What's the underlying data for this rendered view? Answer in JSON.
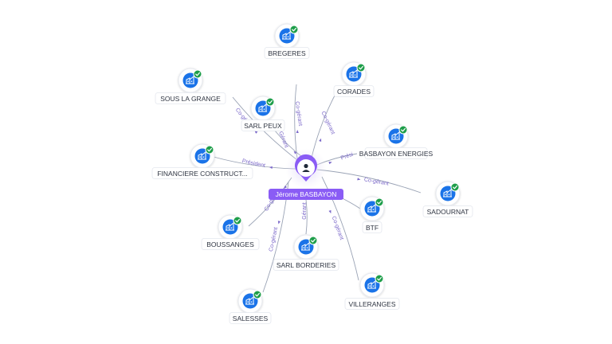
{
  "center": {
    "name": "Jérome BASBAYON",
    "icon": "person-icon",
    "color": "#8a5cf5"
  },
  "companies": [
    {
      "id": "bregeres",
      "label": "BREGERES",
      "role": "Co-gérant",
      "icon": "building-icon",
      "badge": "check-badge-icon"
    },
    {
      "id": "corades",
      "label": "CORADES",
      "role": "Co-gérant",
      "icon": "building-icon",
      "badge": "check-badge-icon"
    },
    {
      "id": "sous-la-grange",
      "label": "SOUS LA GRANGE",
      "role": "Co-gérant",
      "icon": "building-icon",
      "badge": "check-badge-icon"
    },
    {
      "id": "sarl-peux",
      "label": "SARL PEUX",
      "role": "Gérant",
      "icon": "building-icon",
      "badge": "check-badge-icon"
    },
    {
      "id": "basbayon-energies",
      "label": "BASBAYON ENERGIES",
      "role": "Prési",
      "icon": "building-icon",
      "badge": "check-badge-icon"
    },
    {
      "id": "financiere",
      "label": "FINANCIERE CONSTRUCT...",
      "role": "Président",
      "icon": "building-icon",
      "badge": "check-badge-icon"
    },
    {
      "id": "sadournat",
      "label": "SADOURNAT",
      "role": "Co-gérant",
      "icon": "building-icon",
      "badge": "check-badge-icon"
    },
    {
      "id": "btf",
      "label": "BTF",
      "role": "",
      "icon": "building-icon",
      "badge": "check-badge-icon"
    },
    {
      "id": "boussanges",
      "label": "BOUSSANGES",
      "role": "Co-gérant",
      "icon": "building-icon",
      "badge": "check-badge-icon"
    },
    {
      "id": "sarl-borderies",
      "label": "SARL BORDERIES",
      "role": "Gérant",
      "icon": "building-icon",
      "badge": "check-badge-icon"
    },
    {
      "id": "salesses",
      "label": "SALESSES",
      "role": "Co-gérant",
      "icon": "building-icon",
      "badge": "check-badge-icon"
    },
    {
      "id": "villeranges",
      "label": "VILLERANGES",
      "role": "Co-gérant",
      "icon": "building-icon",
      "badge": "check-badge-icon"
    }
  ],
  "colors": {
    "company_icon": "#1a73e8",
    "badge": "#1e9e4a",
    "edge": "#9aa3b5",
    "edge_label": "#7b68c9"
  }
}
